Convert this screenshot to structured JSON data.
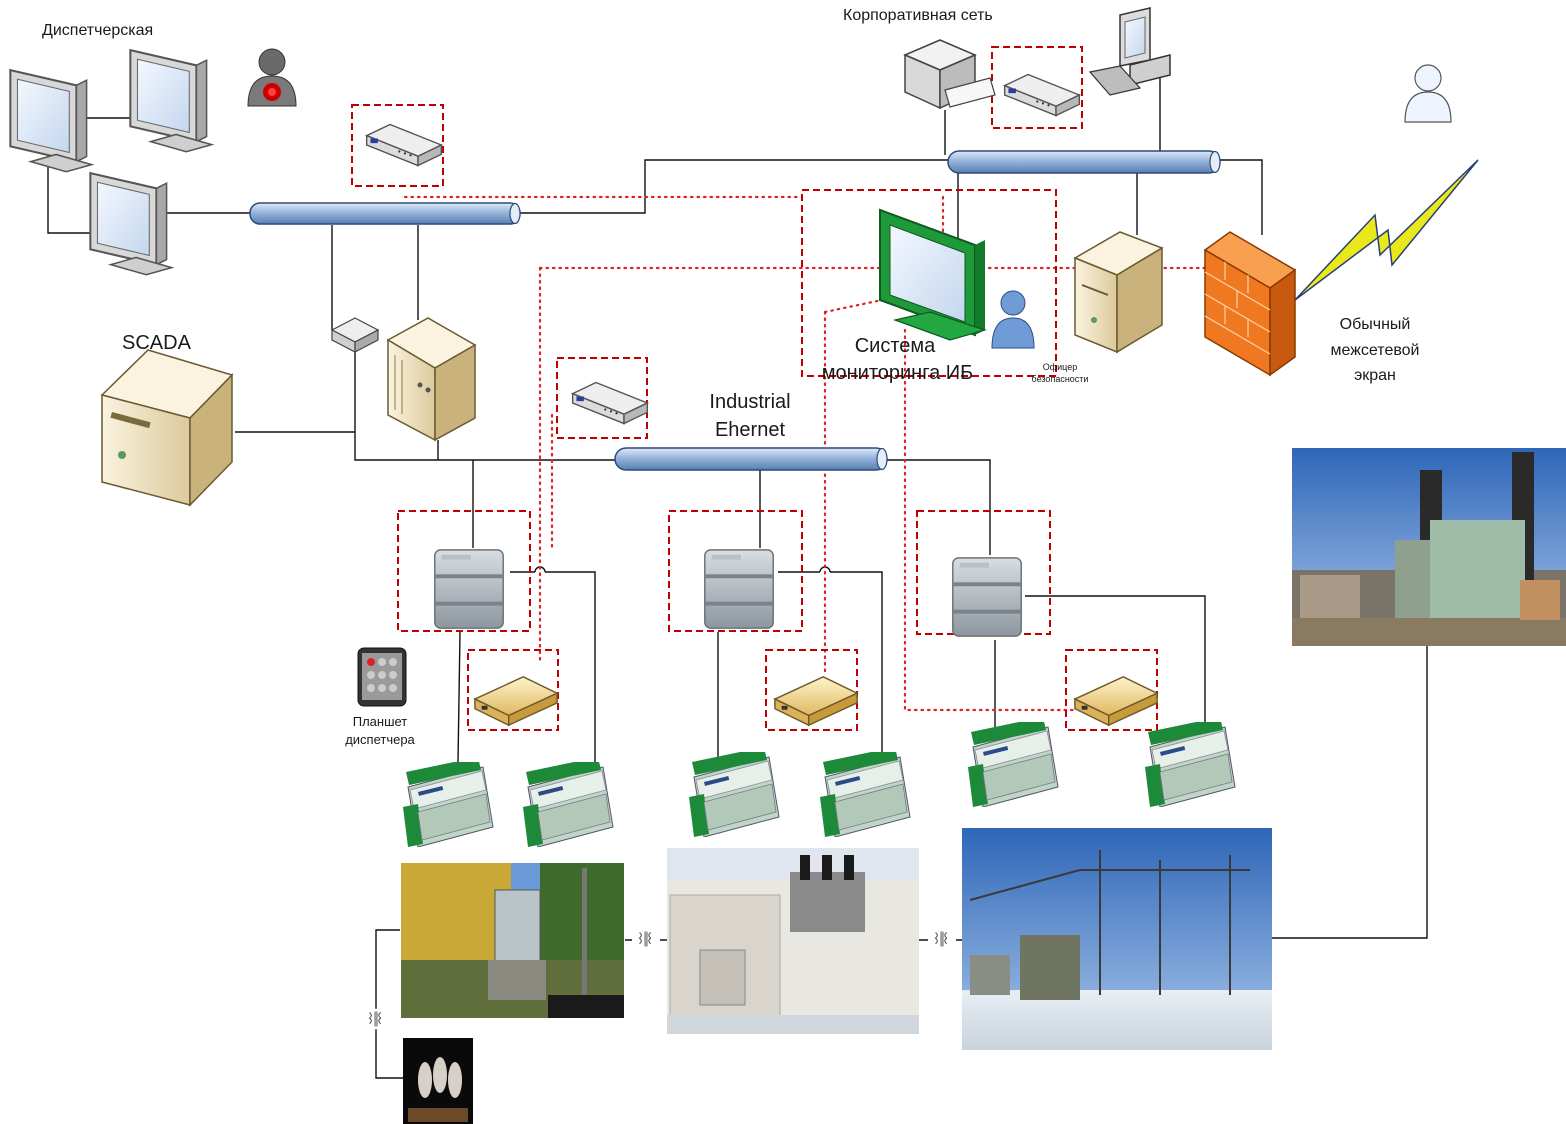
{
  "labels": {
    "dispatch": "Диспетчерская",
    "corporate": "Корпоративная сеть",
    "scada": "SCADA",
    "monitoring_line1": "Система",
    "monitoring_line2": "мониторинга ИБ",
    "officer_line1": "Офицер",
    "officer_line2": "безопасности",
    "industrial_line1": "Industrial",
    "industrial_line2": "Ehernet",
    "firewall_line1": "Обычный",
    "firewall_line2": "межсетевой",
    "firewall_line3": "экран",
    "tablet_line1": "Планшет",
    "tablet_line2": "диспетчера"
  },
  "colors": {
    "bus": "#8fb0d8",
    "secure_box": "#c00000",
    "monitor_green": "#1f9a3a",
    "firewall": "#f07820",
    "bolt": "#e8e81a"
  }
}
